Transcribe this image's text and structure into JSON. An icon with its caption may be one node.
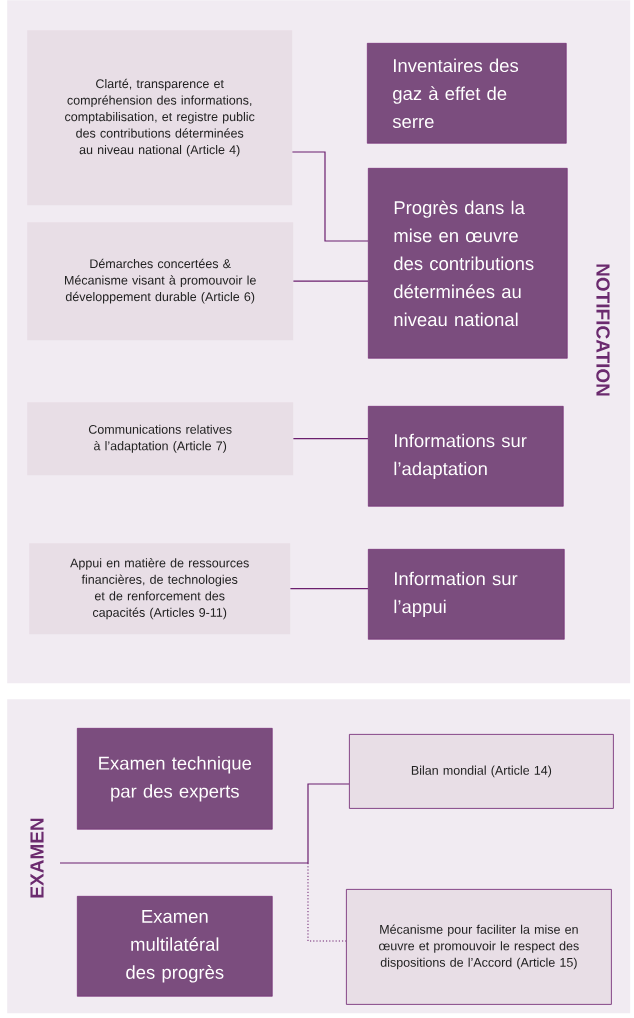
{
  "diagram": {
    "nodes": [
      {
        "text": [
          "NOTIFICATION"
        ]
      },
      {
        "text": [
          "Clarté, transparence et compréhension des informations, comptabilisation, et registre public des contributions déterminées au niveau national (Article 4)"
        ],
        "in": 0
      },
      {
        "text": [
          "Inventaires des gaz à effet de serre"
        ],
        "in": 0
      },
      {
        "text": [
          "Démarches concertées & Mécanisme visant à promouvoir le développement durable (Article 6)"
        ],
        "in": 0
      },
      {
        "text": [
          "Progrès dans la mise en œuvre des contributions déterminées au niveau national"
        ],
        "in": 0
      },
      {
        "text": [
          "Communications relatives à l’adaptation (Article 7)"
        ],
        "in": 0
      },
      {
        "text": [
          "Informations sur l’adaptation"
        ],
        "in": 0
      },
      {
        "text": [
          "Appui en matière de ressources financières, de technologies et de renforcement des capacités (Articles 9-11)"
        ],
        "in": 0
      },
      {
        "text": [
          "Information sur l’appui"
        ],
        "in": 0
      },
      {
        "text": [
          "EXAMEN"
        ]
      },
      {
        "text": [
          "Examen technique par des experts"
        ],
        "in": 9
      },
      {
        "text": [
          "Bilan mondial (Article 14)"
        ],
        "in": 9
      },
      {
        "text": [
          "Examen multilatéral des progrès"
        ],
        "in": 9
      },
      {
        "text": [
          "Mécanisme pour faciliter la mise en œuvre et promouvoir le respect des dispositions de l’Accord (Article 15)"
        ],
        "in": 9
      }
    ],
    "edges": [
      {
        "from": 1,
        "to": 4,
        "arrow": "none"
      },
      {
        "from": 3,
        "to": 4,
        "arrow": "none"
      },
      {
        "from": 5,
        "to": 6,
        "arrow": "none"
      },
      {
        "from": 7,
        "to": 8,
        "arrow": "none"
      },
      {
        "from": null,
        "to": 11,
        "arrow": "none"
      },
      {
        "from": null,
        "to": 13,
        "arrow": "none",
        "style": "dashed"
      }
    ]
  }
}
